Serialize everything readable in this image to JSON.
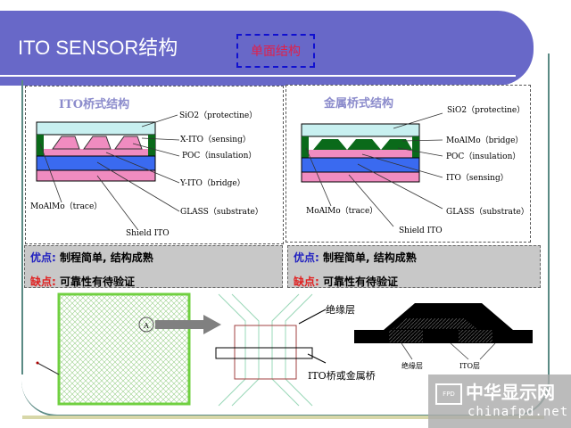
{
  "header": {
    "title": "ITO SENSOR结构",
    "subtitle": "单面结构"
  },
  "left_panel": {
    "title": "ITO桥式结构",
    "labels": {
      "sio2": "SiO2（protectine）",
      "xito": "X-ITO（sensing）",
      "poc": "POC（insulation）",
      "yito": "Y-ITO（bridge）",
      "glass": "GLASS（substrate）",
      "trace": "MoAlMo（trace）",
      "shield": "Shield ITO"
    },
    "pros_label": "优点:",
    "pros": "制程简单, 结构成熟",
    "cons_label": "缺点:",
    "cons": "可靠性有待验证"
  },
  "right_panel": {
    "title": "金属桥式结构",
    "labels": {
      "sio2": "SiO2（protectine）",
      "bridge": "MoAlMo（bridge）",
      "poc": "POC（insulation）",
      "ito": "ITO（sensing）",
      "glass": "GLASS（substrate）",
      "trace": "MoAlMo（trace）",
      "shield": "Shield ITO"
    },
    "pros_label": "优点:",
    "pros": "制程简单, 结构成熟",
    "cons_label": "缺点:",
    "cons": "可靠性有待验证"
  },
  "bottom": {
    "circle_label": "A",
    "insulation_label": "绝缘层",
    "bridge_label": "ITO桥或金属桥",
    "cs_insulation": "绝缘层",
    "cs_ito": "ITO层"
  },
  "watermark": {
    "logo": "FPD",
    "name": "中华显示网",
    "url": "chinafpd.net"
  },
  "colors": {
    "banner": "#6868c8",
    "glass": "#3a6af0",
    "shield": "#f08cc0",
    "trace": "#0a6a1a",
    "sio2": "#c8f0f0"
  }
}
